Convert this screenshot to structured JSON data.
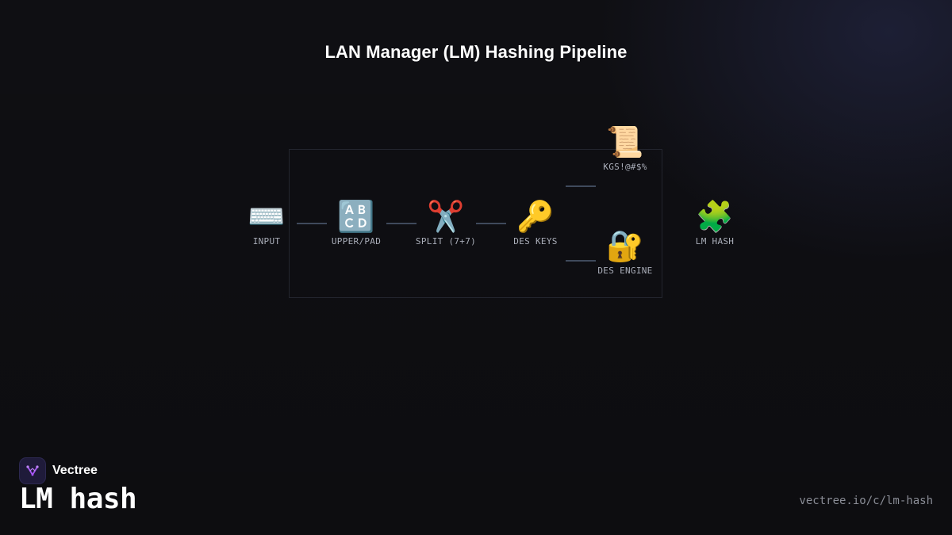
{
  "title": "LAN Manager (LM) Hashing Pipeline",
  "nodes": {
    "input": {
      "icon": "keyboard-icon",
      "glyph": "⌨️",
      "label": "INPUT"
    },
    "upper_pad": {
      "icon": "abcd-letters-icon",
      "glyph": "🔠",
      "label": "UPPER/PAD"
    },
    "split": {
      "icon": "scissors-icon",
      "glyph": "✂️",
      "label": "SPLIT (7+7)"
    },
    "des_keys": {
      "icon": "key-icon",
      "glyph": "🔑",
      "label": "DES KEYS"
    },
    "constant": {
      "icon": "scroll-icon",
      "glyph": "📜",
      "label": "KGS!@#$%"
    },
    "des_engine": {
      "icon": "locked-with-key-icon",
      "glyph": "🔐",
      "label": "DES ENGINE"
    },
    "lm_hash": {
      "icon": "puzzle-piece-icon",
      "glyph": "🧩",
      "label": "LM HASH"
    }
  },
  "brand": {
    "name": "Vectree",
    "logo_icon": "vectree-logo-icon",
    "accent": "#a855f7"
  },
  "footer": {
    "slide_title": "LM hash",
    "url": "vectree.io/c/lm-hash"
  },
  "colors": {
    "background": "#0f0f13",
    "edge": "#3f4a5c",
    "label": "#a9adb8"
  }
}
